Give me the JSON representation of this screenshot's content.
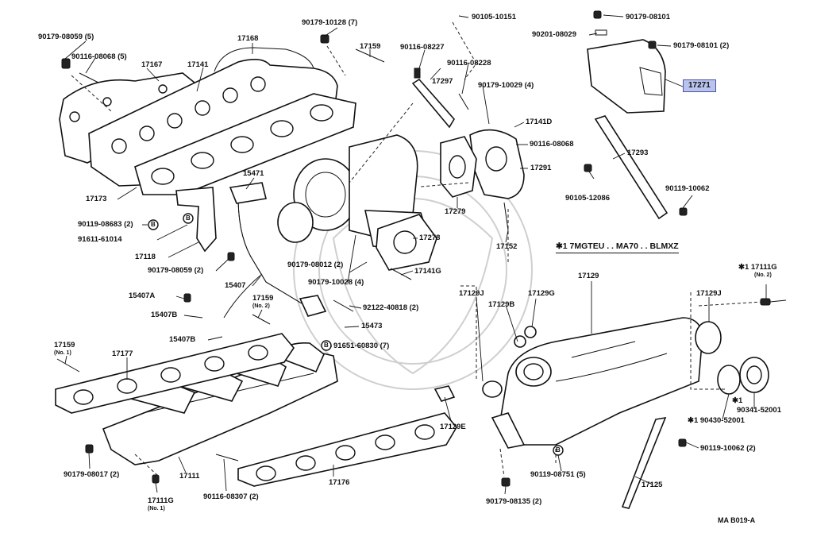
{
  "diagram": {
    "callouts": [
      {
        "id": "p90179-08059-5",
        "text": "90179-08059 (5)"
      },
      {
        "id": "p90116-08068-5",
        "text": "90116-08068 (5)"
      },
      {
        "id": "p17167",
        "text": "17167"
      },
      {
        "id": "p17141",
        "text": "17141"
      },
      {
        "id": "p17168",
        "text": "17168"
      },
      {
        "id": "p90179-10128-7",
        "text": "90179-10128 (7)"
      },
      {
        "id": "p17159-top",
        "text": "17159"
      },
      {
        "id": "p90105-10151",
        "text": "90105-10151"
      },
      {
        "id": "p90116-08227",
        "text": "90116-08227"
      },
      {
        "id": "p90116-08228",
        "text": "90116-08228"
      },
      {
        "id": "p17297",
        "text": "17297"
      },
      {
        "id": "p90179-10029-4",
        "text": "90179-10029 (4)"
      },
      {
        "id": "p17141d",
        "text": "17141D"
      },
      {
        "id": "p90116-08068",
        "text": "90116-08068"
      },
      {
        "id": "p17291",
        "text": "17291"
      },
      {
        "id": "p90179-08101",
        "text": "90179-08101"
      },
      {
        "id": "p90201-08029",
        "text": "90201-08029"
      },
      {
        "id": "p90179-08101-2",
        "text": "90179-08101 (2)"
      },
      {
        "id": "p17271",
        "text": "17271"
      },
      {
        "id": "p17293",
        "text": "17293"
      },
      {
        "id": "p90105-12086",
        "text": "90105-12086"
      },
      {
        "id": "p90119-10062",
        "text": "90119-10062"
      },
      {
        "id": "p17173",
        "text": "17173"
      },
      {
        "id": "p15471",
        "text": "15471"
      },
      {
        "id": "p90119-08683-2",
        "text": "90119-08683 (2)"
      },
      {
        "id": "p91611-61014",
        "text": "91611-61014"
      },
      {
        "id": "p17118",
        "text": "17118"
      },
      {
        "id": "p90179-08059-2",
        "text": "90179-08059 (2)"
      },
      {
        "id": "p15407",
        "text": "15407"
      },
      {
        "id": "p90179-08012-2",
        "text": "90179-08012 (2)"
      },
      {
        "id": "p90179-10028-4",
        "text": "90179-10028 (4)"
      },
      {
        "id": "p17141g",
        "text": "17141G"
      },
      {
        "id": "p17279",
        "text": "17279"
      },
      {
        "id": "p17278",
        "text": "17278"
      },
      {
        "id": "p17152",
        "text": "17152"
      },
      {
        "id": "p15407a",
        "text": "15407A"
      },
      {
        "id": "p15407b",
        "text": "15407B"
      },
      {
        "id": "p15407b-2",
        "text": "15407B"
      },
      {
        "id": "p17159-no2",
        "text": "17159",
        "sub": "(No. 2)"
      },
      {
        "id": "p92122-40818-2",
        "text": "92122-40818 (2)"
      },
      {
        "id": "p15473",
        "text": "15473"
      },
      {
        "id": "p91651-60830-7",
        "text": "91651-60830 (7)"
      },
      {
        "id": "p17159-no1",
        "text": "17159",
        "sub": "(No. 1)"
      },
      {
        "id": "p17177",
        "text": "17177"
      },
      {
        "id": "p17129j-left",
        "text": "17129J"
      },
      {
        "id": "p17129b",
        "text": "17129B"
      },
      {
        "id": "p17129g",
        "text": "17129G"
      },
      {
        "id": "p17129",
        "text": "17129"
      },
      {
        "id": "p17129j-right",
        "text": "17129J"
      },
      {
        "id": "p17111g-no2",
        "text": "✱1 17111G",
        "sub": "(No. 2)"
      },
      {
        "id": "p17129e",
        "text": "17129E"
      },
      {
        "id": "p90179-08017-2",
        "text": "90179-08017 (2)"
      },
      {
        "id": "p17111",
        "text": "17111"
      },
      {
        "id": "p17111g-no1",
        "text": "17111G",
        "sub": "(No. 1)"
      },
      {
        "id": "p90116-08307-2",
        "text": "90116-08307 (2)"
      },
      {
        "id": "p17176",
        "text": "17176"
      },
      {
        "id": "p90119-08751-5",
        "text": "90119-08751 (5)"
      },
      {
        "id": "p90179-08135-2",
        "text": "90179-08135 (2)"
      },
      {
        "id": "p17125",
        "text": "17125"
      },
      {
        "id": "p90119-10062-2",
        "text": "90119-10062 (2)"
      },
      {
        "id": "p90430-52001",
        "text": "✱1 90430-52001"
      },
      {
        "id": "p90341-52001",
        "text": "90341-52001"
      },
      {
        "id": "p90341-mark",
        "text": "✱1"
      }
    ],
    "markers": {
      "b_symbol": "B"
    },
    "note": "✱1 7MGTEU . . MA70 . . BLMXZ",
    "drawing_code": "MA  B019-A",
    "highlight_color": "#b9c3ee"
  }
}
